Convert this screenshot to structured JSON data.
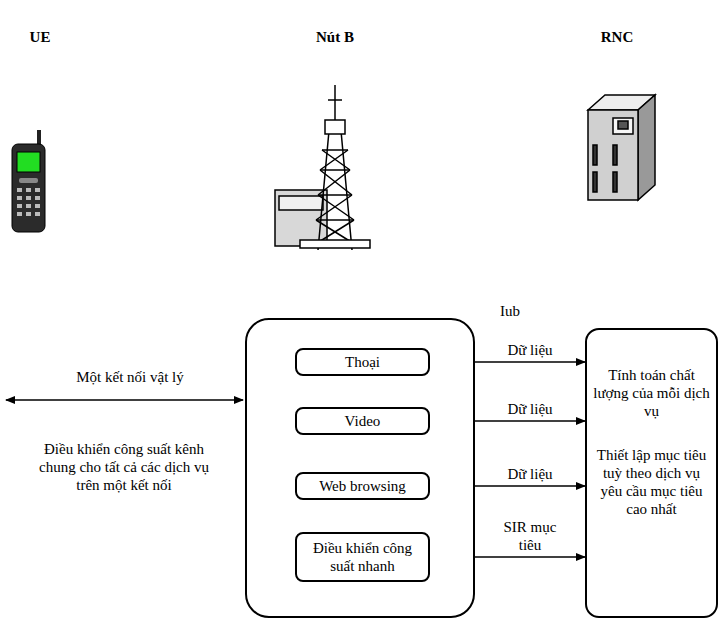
{
  "diagram": {
    "nodes": [
      {
        "text": []
      },
      {
        "text": [
          "Thoại"
        ],
        "in": 0
      },
      {
        "text": [
          "Video"
        ],
        "in": 0
      },
      {
        "text": [
          "Web browsing"
        ],
        "in": 0
      },
      {
        "text": [
          "Điều khiển công suất nhanh"
        ],
        "in": 0
      },
      {
        "text": [
          "Tính toán chất lượng của mỗi dịch vụ",
          "Thiết lập mục tiêu tuỳ theo dịch vụ yêu cầu mục tiêu cao nhất"
        ]
      }
    ],
    "edges": [
      {
        "from": 1,
        "to": 5,
        "arrow": "to",
        "label": "Dữ liệu"
      },
      {
        "from": 2,
        "to": 5,
        "arrow": "to",
        "label": "Dữ liệu"
      },
      {
        "from": 3,
        "to": 5,
        "arrow": "to",
        "label": "Dữ liệu"
      },
      {
        "from": 4,
        "to": 5,
        "arrow": "to",
        "label": "SIR mục tiêu"
      }
    ],
    "labels": [
      "UE",
      "Nút B",
      "RNC",
      "Iub",
      "Một kết nối vật lý",
      "Điều khiển công suất kênh chung cho tất cả các dịch vụ trên một kết nối"
    ]
  }
}
